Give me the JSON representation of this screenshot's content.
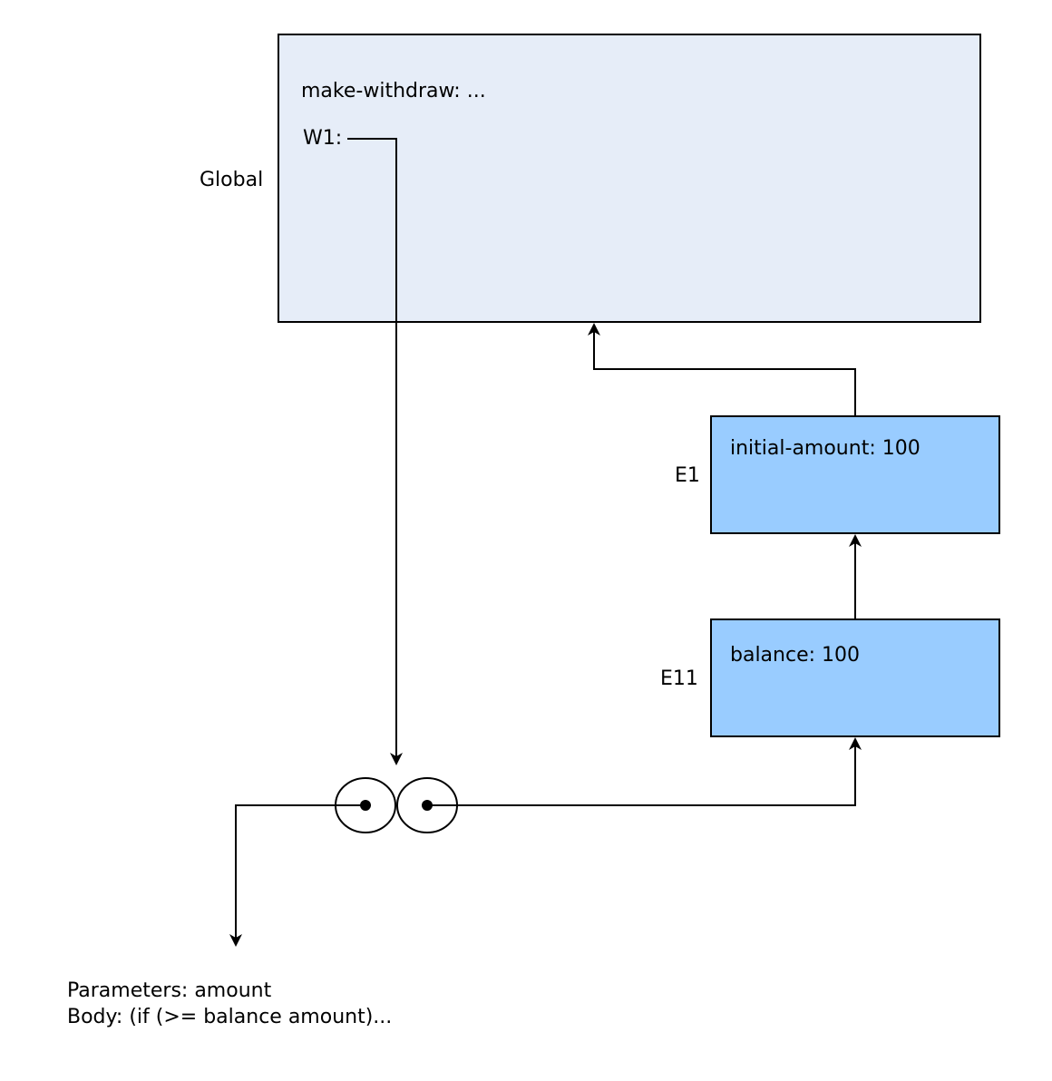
{
  "colors": {
    "global_fill": "#e6edf8",
    "frame_fill": "#99ccff",
    "stroke": "#000000"
  },
  "global": {
    "label": "Global",
    "binding_make_withdraw": "make-withdraw: ...",
    "binding_w1": "W1:"
  },
  "e1": {
    "label": "E1",
    "binding": "initial-amount: 100"
  },
  "e11": {
    "label": "E11",
    "binding": "balance: 100"
  },
  "procedure": {
    "parameters": "Parameters: amount",
    "body": "Body: (if (>= balance amount)..."
  }
}
